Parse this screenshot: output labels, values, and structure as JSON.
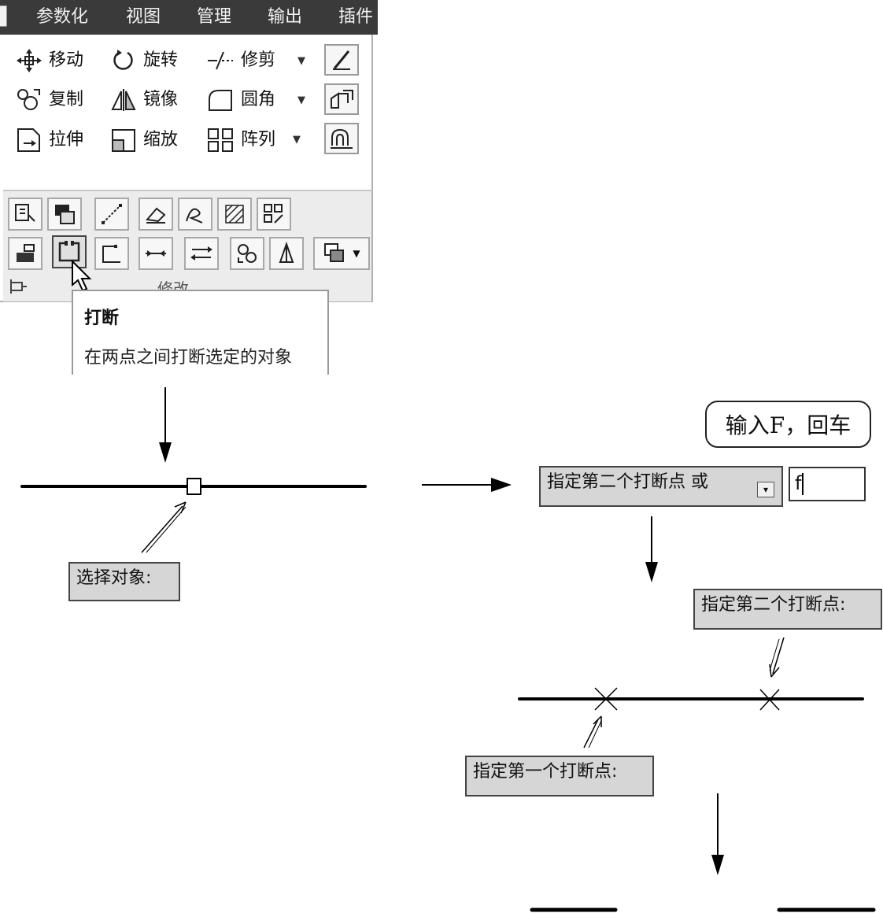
{
  "menu": {
    "items": [
      "参数化",
      "视图",
      "管理",
      "输出",
      "插件"
    ]
  },
  "modify_panel": {
    "commands": [
      {
        "id": "move",
        "label": "移动",
        "icon": "move-icon"
      },
      {
        "id": "rotate",
        "label": "旋转",
        "icon": "rotate-icon"
      },
      {
        "id": "trim",
        "label": "修剪",
        "icon": "trim-icon",
        "dropdown": true
      },
      {
        "id": "copy",
        "label": "复制",
        "icon": "copy-icon"
      },
      {
        "id": "mirror",
        "label": "镜像",
        "icon": "mirror-icon"
      },
      {
        "id": "fillet",
        "label": "圆角",
        "icon": "fillet-icon",
        "dropdown": true
      },
      {
        "id": "stretch",
        "label": "拉伸",
        "icon": "stretch-icon"
      },
      {
        "id": "scale",
        "label": "缩放",
        "icon": "scale-icon"
      },
      {
        "id": "array",
        "label": "阵列",
        "icon": "array-icon",
        "dropdown": true
      }
    ],
    "panel_title": "修改",
    "tooltip": {
      "title": "打断",
      "description": "在两点之间打断选定的对象"
    }
  },
  "diagram": {
    "select_prompt": "选择对象:",
    "second_point_or_prompt": "指定第二个打断点 或",
    "input_value": "f",
    "callout": "输入F，回车",
    "second_point_prompt": "指定第二个打断点:",
    "first_point_prompt": "指定第一个打断点:"
  },
  "colors": {
    "menubar": "#3a3a3a",
    "prompt_bg": "#d6d6d6",
    "line": "#000000"
  }
}
